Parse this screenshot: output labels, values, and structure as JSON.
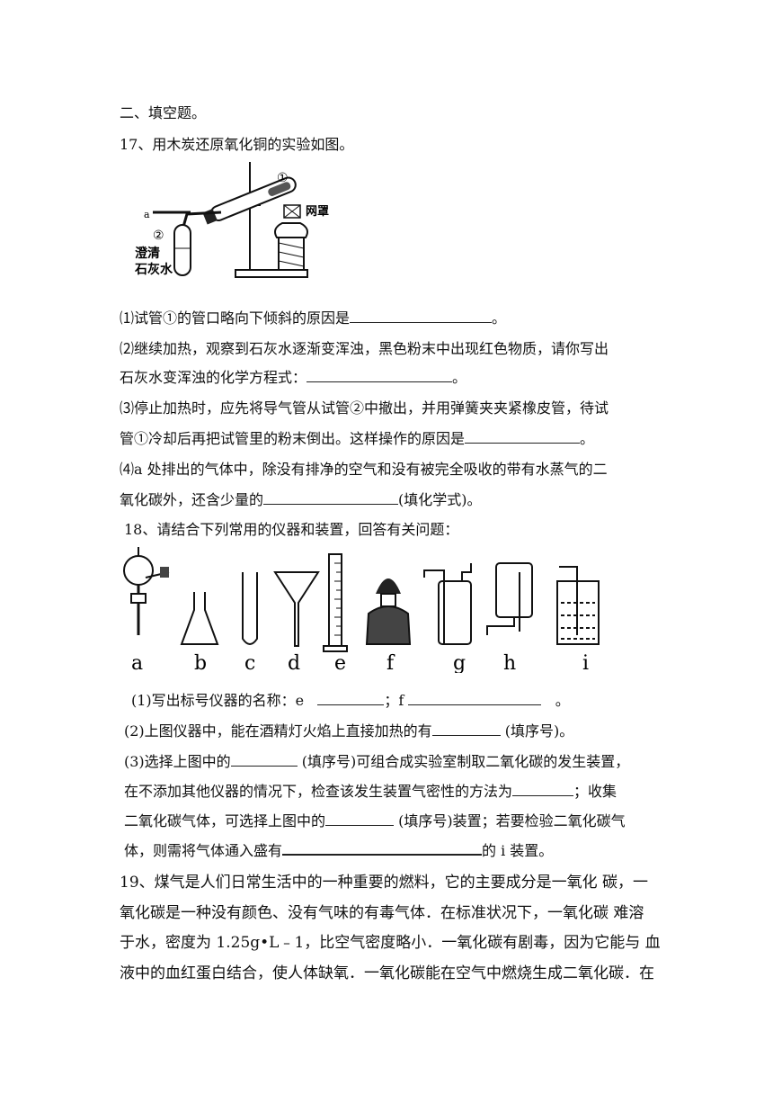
{
  "section_title": "二、填空题。",
  "q17": {
    "stem": "17、用木炭还原氧化铜的实验如图。",
    "figure_labels": {
      "circle1": "①",
      "circle2": "②",
      "a": "a",
      "mesh": "网罩",
      "limewater_1": "澄清",
      "limewater_2": "石灰水"
    },
    "p1_before": "⑴试管①的管口略向下倾斜的原因是",
    "p1_after": "。",
    "p2_line1": "⑵继续加热，观察到石灰水逐渐变浑浊，黑色粉末中出现红色物质，请你写出",
    "p2_line2_before": "石灰水变浑浊的化学方程式：",
    "p2_line2_after": "。",
    "p3_line1": "⑶停止加热时，应先将导气管从试管②中撤出，并用弹簧夹夹紧橡皮管，待试",
    "p3_line2_before": "管①冷却后再把试管里的粉末倒出。这样操作的原因是",
    "p3_line2_after": "。",
    "p4_line1": "⑷a 处排出的气体中，除没有排净的空气和没有被完全吸收的带有水蒸气的二",
    "p4_line2_before": "氧化碳外，还含少量的",
    "p4_line2_after": "(填化学式)。"
  },
  "q18": {
    "stem": "18、请结合下列常用的仪器和装置，回答有关问题：",
    "apparatus_labels": [
      "a",
      "b",
      "c",
      "d",
      "e",
      "f",
      "g",
      "h",
      "i"
    ],
    "p1_a": "(1)写出标号仪器的名称：e",
    "p1_b": "；f",
    "p1_c": "。",
    "p2_a": "(2)上图仪器中，能在酒精灯火焰上直接加热的有",
    "p2_b": " (填序号)。",
    "p3_l1_a": "(3)选择上图中的",
    "p3_l1_b": " (填序号)可组合成实验室制取二氧化碳的发生装置，",
    "p3_l2_a": "在不添加其他仪器的情况下，检查该发生装置气密性的方法为",
    "p3_l2_b": "；收集",
    "p3_l3_a": "二氧化碳气体，可选择上图中的",
    "p3_l3_b": " (填序号)装置；若要检验二氧化碳气",
    "p3_l4_a": "体，则需将气体通入盛有",
    "p3_l4_b": "的 i 装置。"
  },
  "q19": {
    "line1": "19、煤气是人们日常生活中的一种重要的燃料，它的主要成分是一氧化  碳，一",
    "line2": "氧化碳是一种没有颜色、没有气味的有毒气体．在标准状况下，一氧化碳  难溶",
    "line3": "于水，密度为  1.25g•L﹣1，比空气密度略小．一氧化碳有剧毒，因为它能与  血",
    "line4": "液中的血红蛋白结合，使人体缺氧．一氧化碳能在空气中燃烧生成二氧化碳．在"
  }
}
